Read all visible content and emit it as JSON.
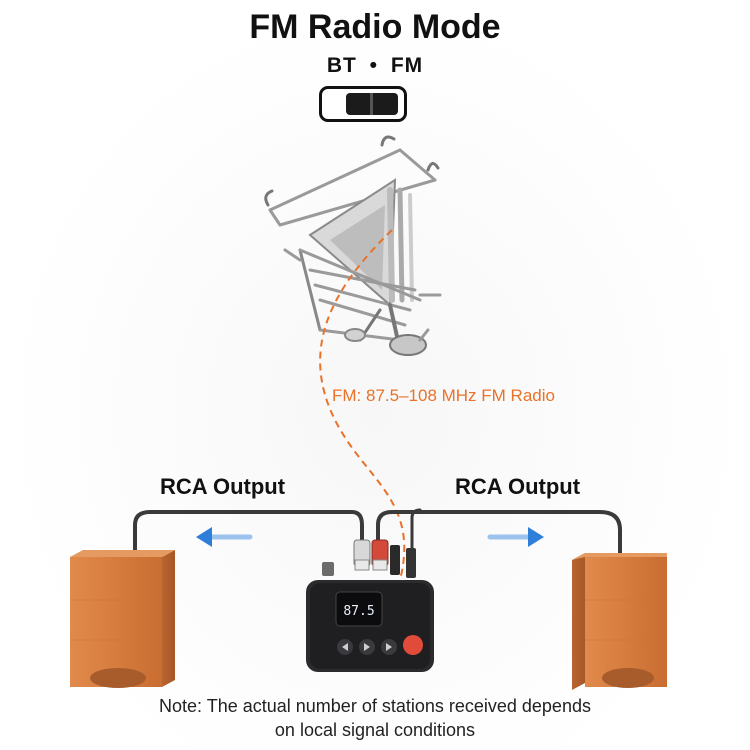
{
  "header": {
    "title": "FM Radio Mode",
    "mode_left": "BT",
    "mode_separator": "•",
    "mode_right": "FM"
  },
  "antenna_label": "FM: 87.5–108 MHz FM Radio",
  "outputs": {
    "left_label": "RCA Output",
    "right_label": "RCA Output"
  },
  "device": {
    "display_value": "87.5",
    "buttons": [
      "previous-icon",
      "play-pause-icon",
      "next-icon",
      "power-icon"
    ]
  },
  "note": {
    "line1": "Note: The actual number of stations received depends",
    "line2": "on local signal conditions"
  },
  "colors": {
    "accent_orange": "#e8722a",
    "arrow_blue": "#2f7fd9",
    "speaker_wood": "#d98446",
    "device_body": "#2b2b2e"
  }
}
